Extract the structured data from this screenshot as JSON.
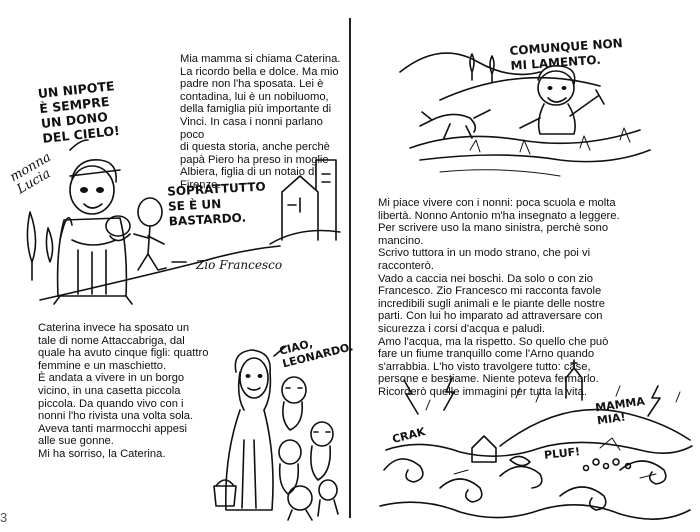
{
  "page_number": "3",
  "story": {
    "p1": "Mia mamma si chiama Caterina.\nLa ricordo bella e dolce. Ma mio\npadre non l'ha sposata. Lei è\ncontadina, lui è un nobiluomo,\ndella famiglia più importante di\nVinci. In casa i nonni parlano poco\ndi questa storia, anche perchè\npapà Piero ha preso in moglie\nAlbiera, figlia di un  notaio di\nFirenze.",
    "p2": "Caterina invece ha sposato un\ntale di nome Attaccabriga, dal\nquale ha avuto cinque figli: quattro\nfemmine e un maschietto.\nÈ andata a vivere in un borgo\nvicino, in una casetta piccola\npiccola. Da quando vivo con i\nnonni l'ho rivista una volta sola.\nAveva tanti marmocchi appesi\nalle sue gonne.\nMi ha sorriso, la Caterina.",
    "p3": "Mi piace vivere con i nonni: poca scuola e molta\nlibertà.  Nonno Antonio m'ha insegnato a leggere.\nPer scrivere uso la mano sinistra, perchè sono\nmancino.\nScrivo tuttora in un modo strano, che poi vi\nracconterò.\nVado a caccia nei boschi. Da solo o con zio\nFrancesco. Zio Francesco mi racconta favole\nincredibili sugli animali e le piante delle nostre\nparti. Con lui ho imparato ad attraversare con\nsicurezza i corsi d'acqua e paludi.\nAmo l'acqua, ma la rispetto. So quello che può\nfare un fiume tranquillo come l'Arno quando\ns'arrabbia.  L'ho visto travolgere tutto: case,\npersone e bestiame. Niente poteva fermarlo.\nRicorderò quelle immagini per tutta la vita."
  },
  "bubbles": {
    "nipote": "UN NIPOTE\nÈ SEMPRE\nUN DONO\nDEL CIELO!",
    "monna": "monna\nLucia",
    "soprattutto": "SOPRATTUTTO\nSE È UN\nBASTARDO.",
    "zio": "Zio Francesco",
    "comunque": "COMUNQUE NON\nMI LAMENTO.",
    "ciao": "CIAO,\nLEONARDO.",
    "mamma_mia": "MAMMA\nMIA!",
    "crak": "CRAK",
    "pluf": "PLUF!"
  }
}
